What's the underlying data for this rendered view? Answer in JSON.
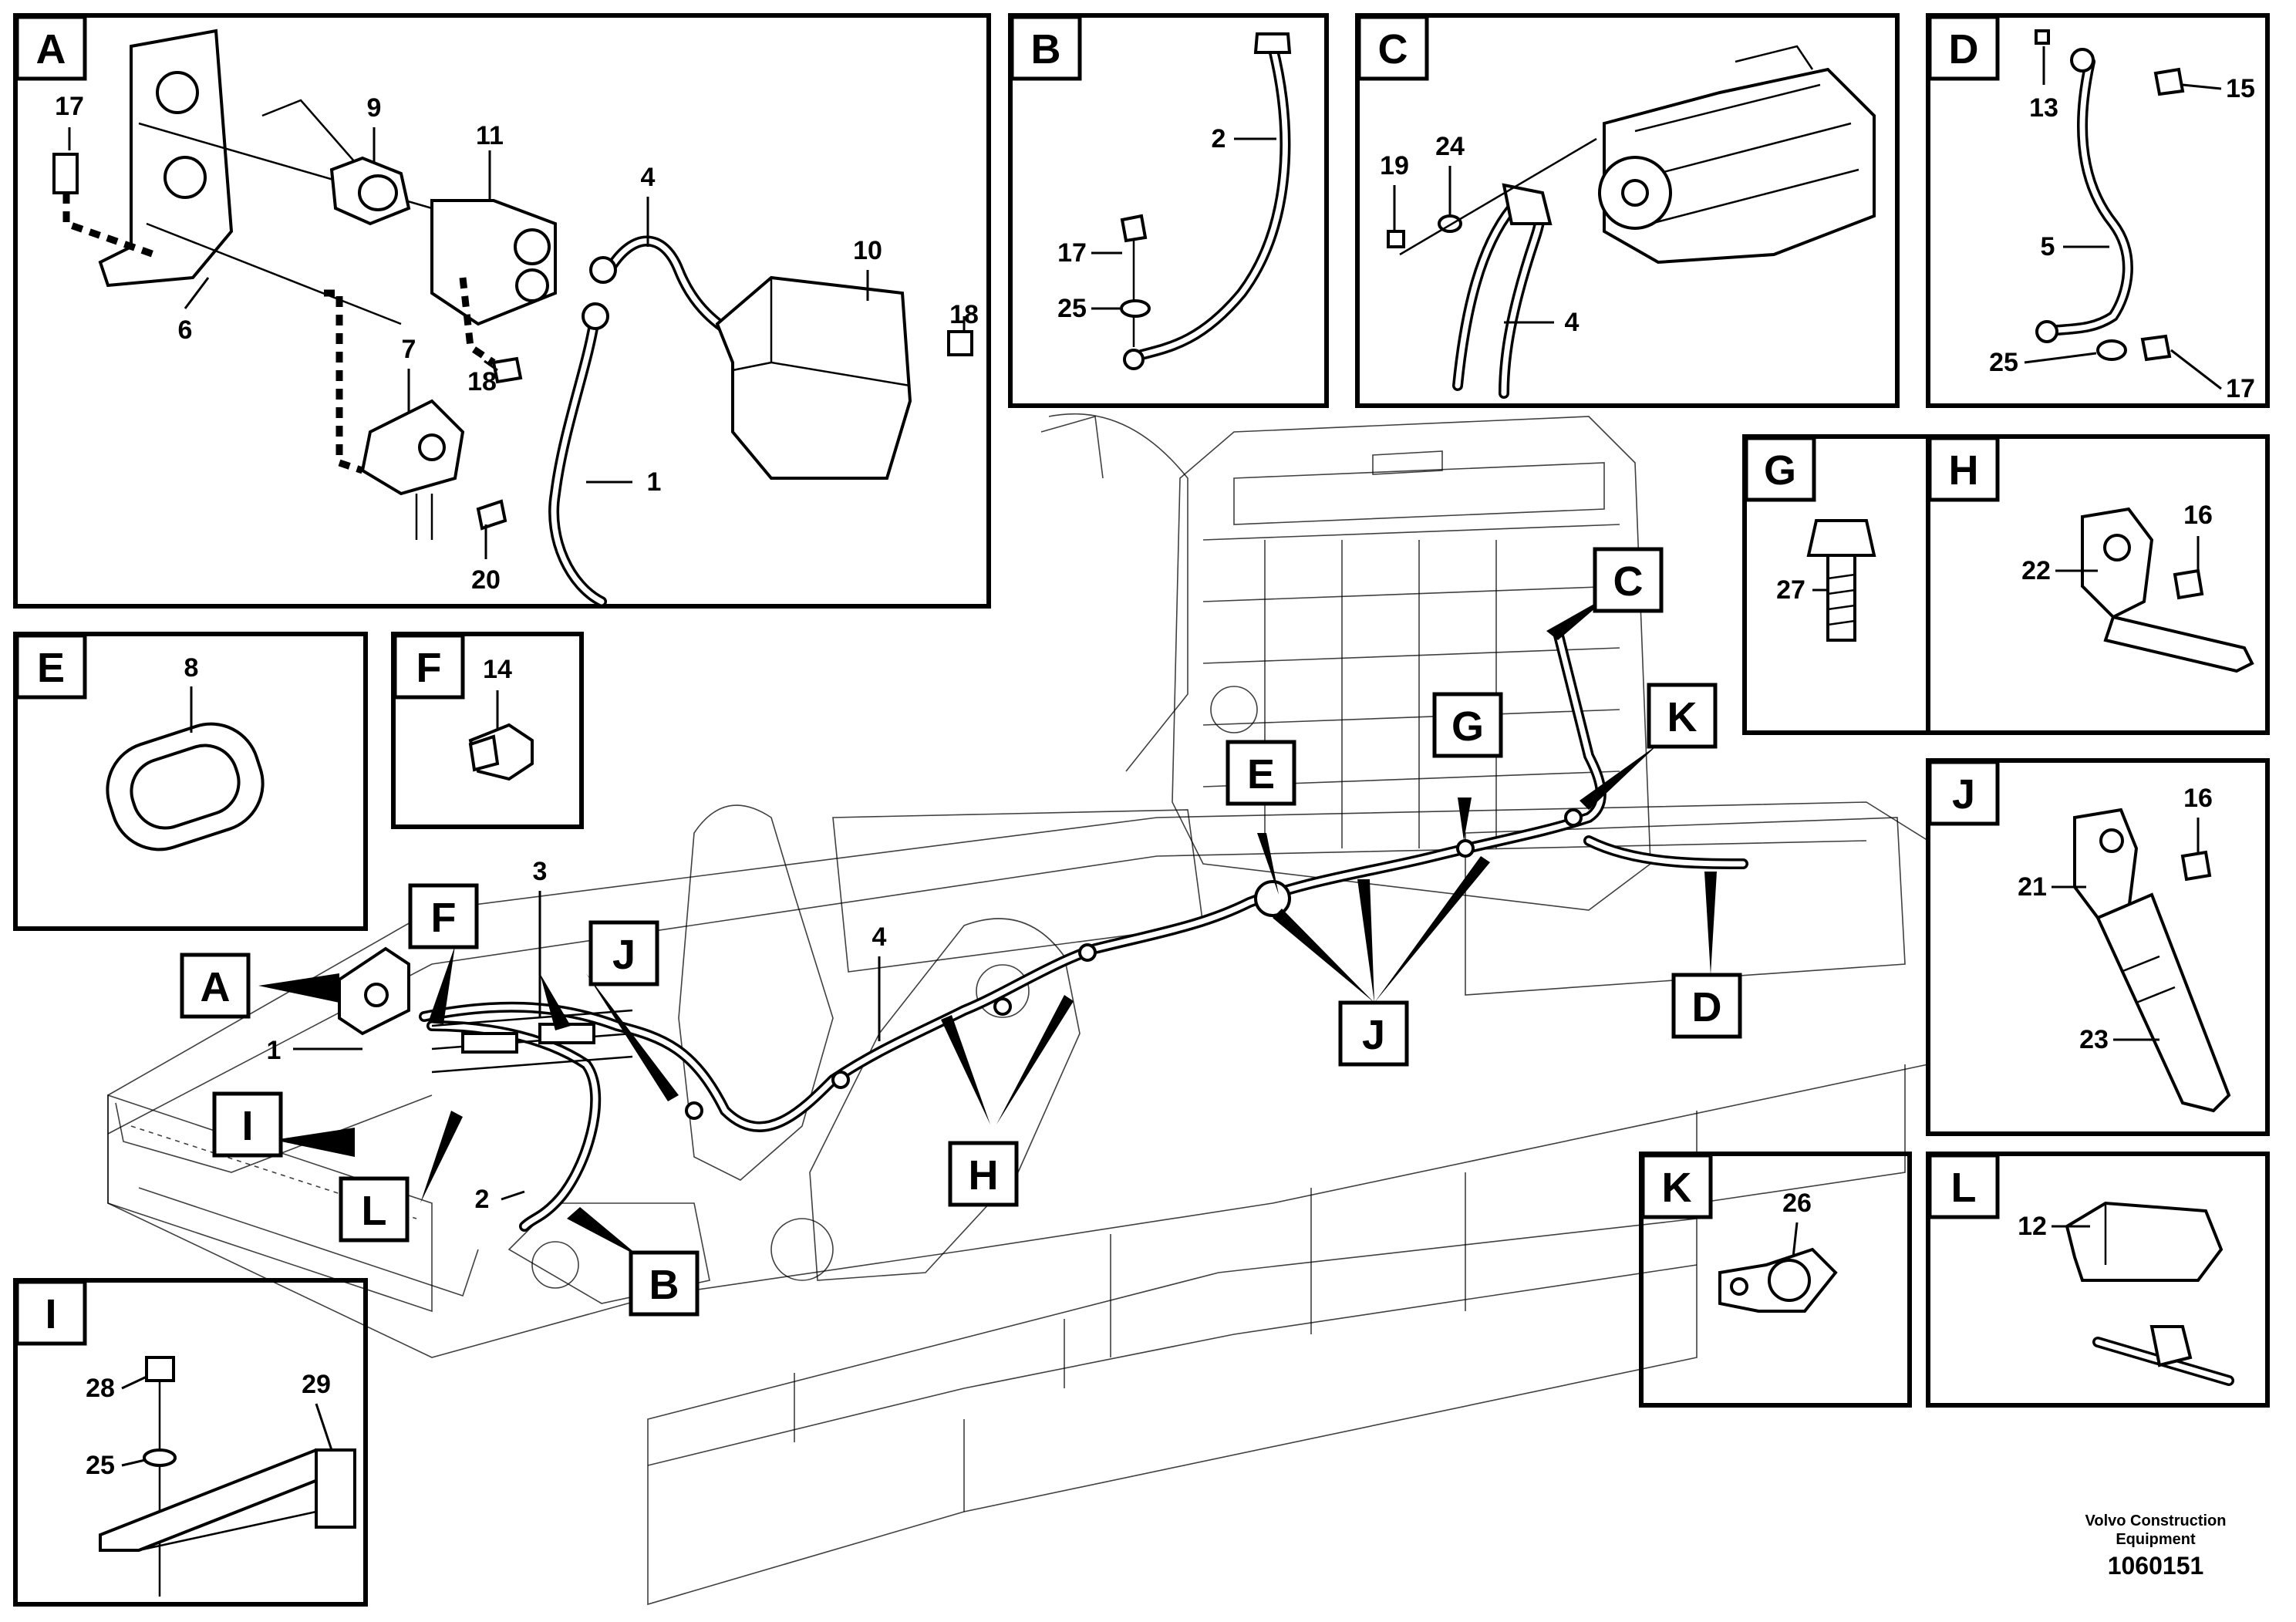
{
  "panels": {
    "A": {
      "letter": "A",
      "labels": [
        "17",
        "9",
        "11",
        "4",
        "10",
        "18",
        "6",
        "7",
        "18",
        "1",
        "20"
      ]
    },
    "B": {
      "letter": "B",
      "labels": [
        "2",
        "17",
        "25"
      ]
    },
    "C": {
      "letter": "C",
      "labels": [
        "19",
        "24",
        "4"
      ]
    },
    "D": {
      "letter": "D",
      "labels": [
        "13",
        "15",
        "5",
        "25",
        "17"
      ]
    },
    "E": {
      "letter": "E",
      "labels": [
        "8"
      ]
    },
    "F": {
      "letter": "F",
      "labels": [
        "14"
      ]
    },
    "G": {
      "letter": "G",
      "labels": [
        "27"
      ]
    },
    "H": {
      "letter": "H",
      "labels": [
        "16",
        "22"
      ]
    },
    "I": {
      "letter": "I",
      "labels": [
        "28",
        "29",
        "25"
      ]
    },
    "J": {
      "letter": "J",
      "labels": [
        "16",
        "21",
        "23"
      ]
    },
    "K": {
      "letter": "K",
      "labels": [
        "26"
      ]
    },
    "L": {
      "letter": "L",
      "labels": [
        "12"
      ]
    }
  },
  "main_view": {
    "callouts": [
      "A",
      "I",
      "F",
      "J",
      "L",
      "B",
      "H",
      "E",
      "G",
      "C",
      "K",
      "J",
      "D"
    ],
    "labels": [
      "3",
      "1",
      "2",
      "4"
    ]
  },
  "footer": {
    "company": "Volvo Construction Equipment",
    "ref": "1060151"
  }
}
